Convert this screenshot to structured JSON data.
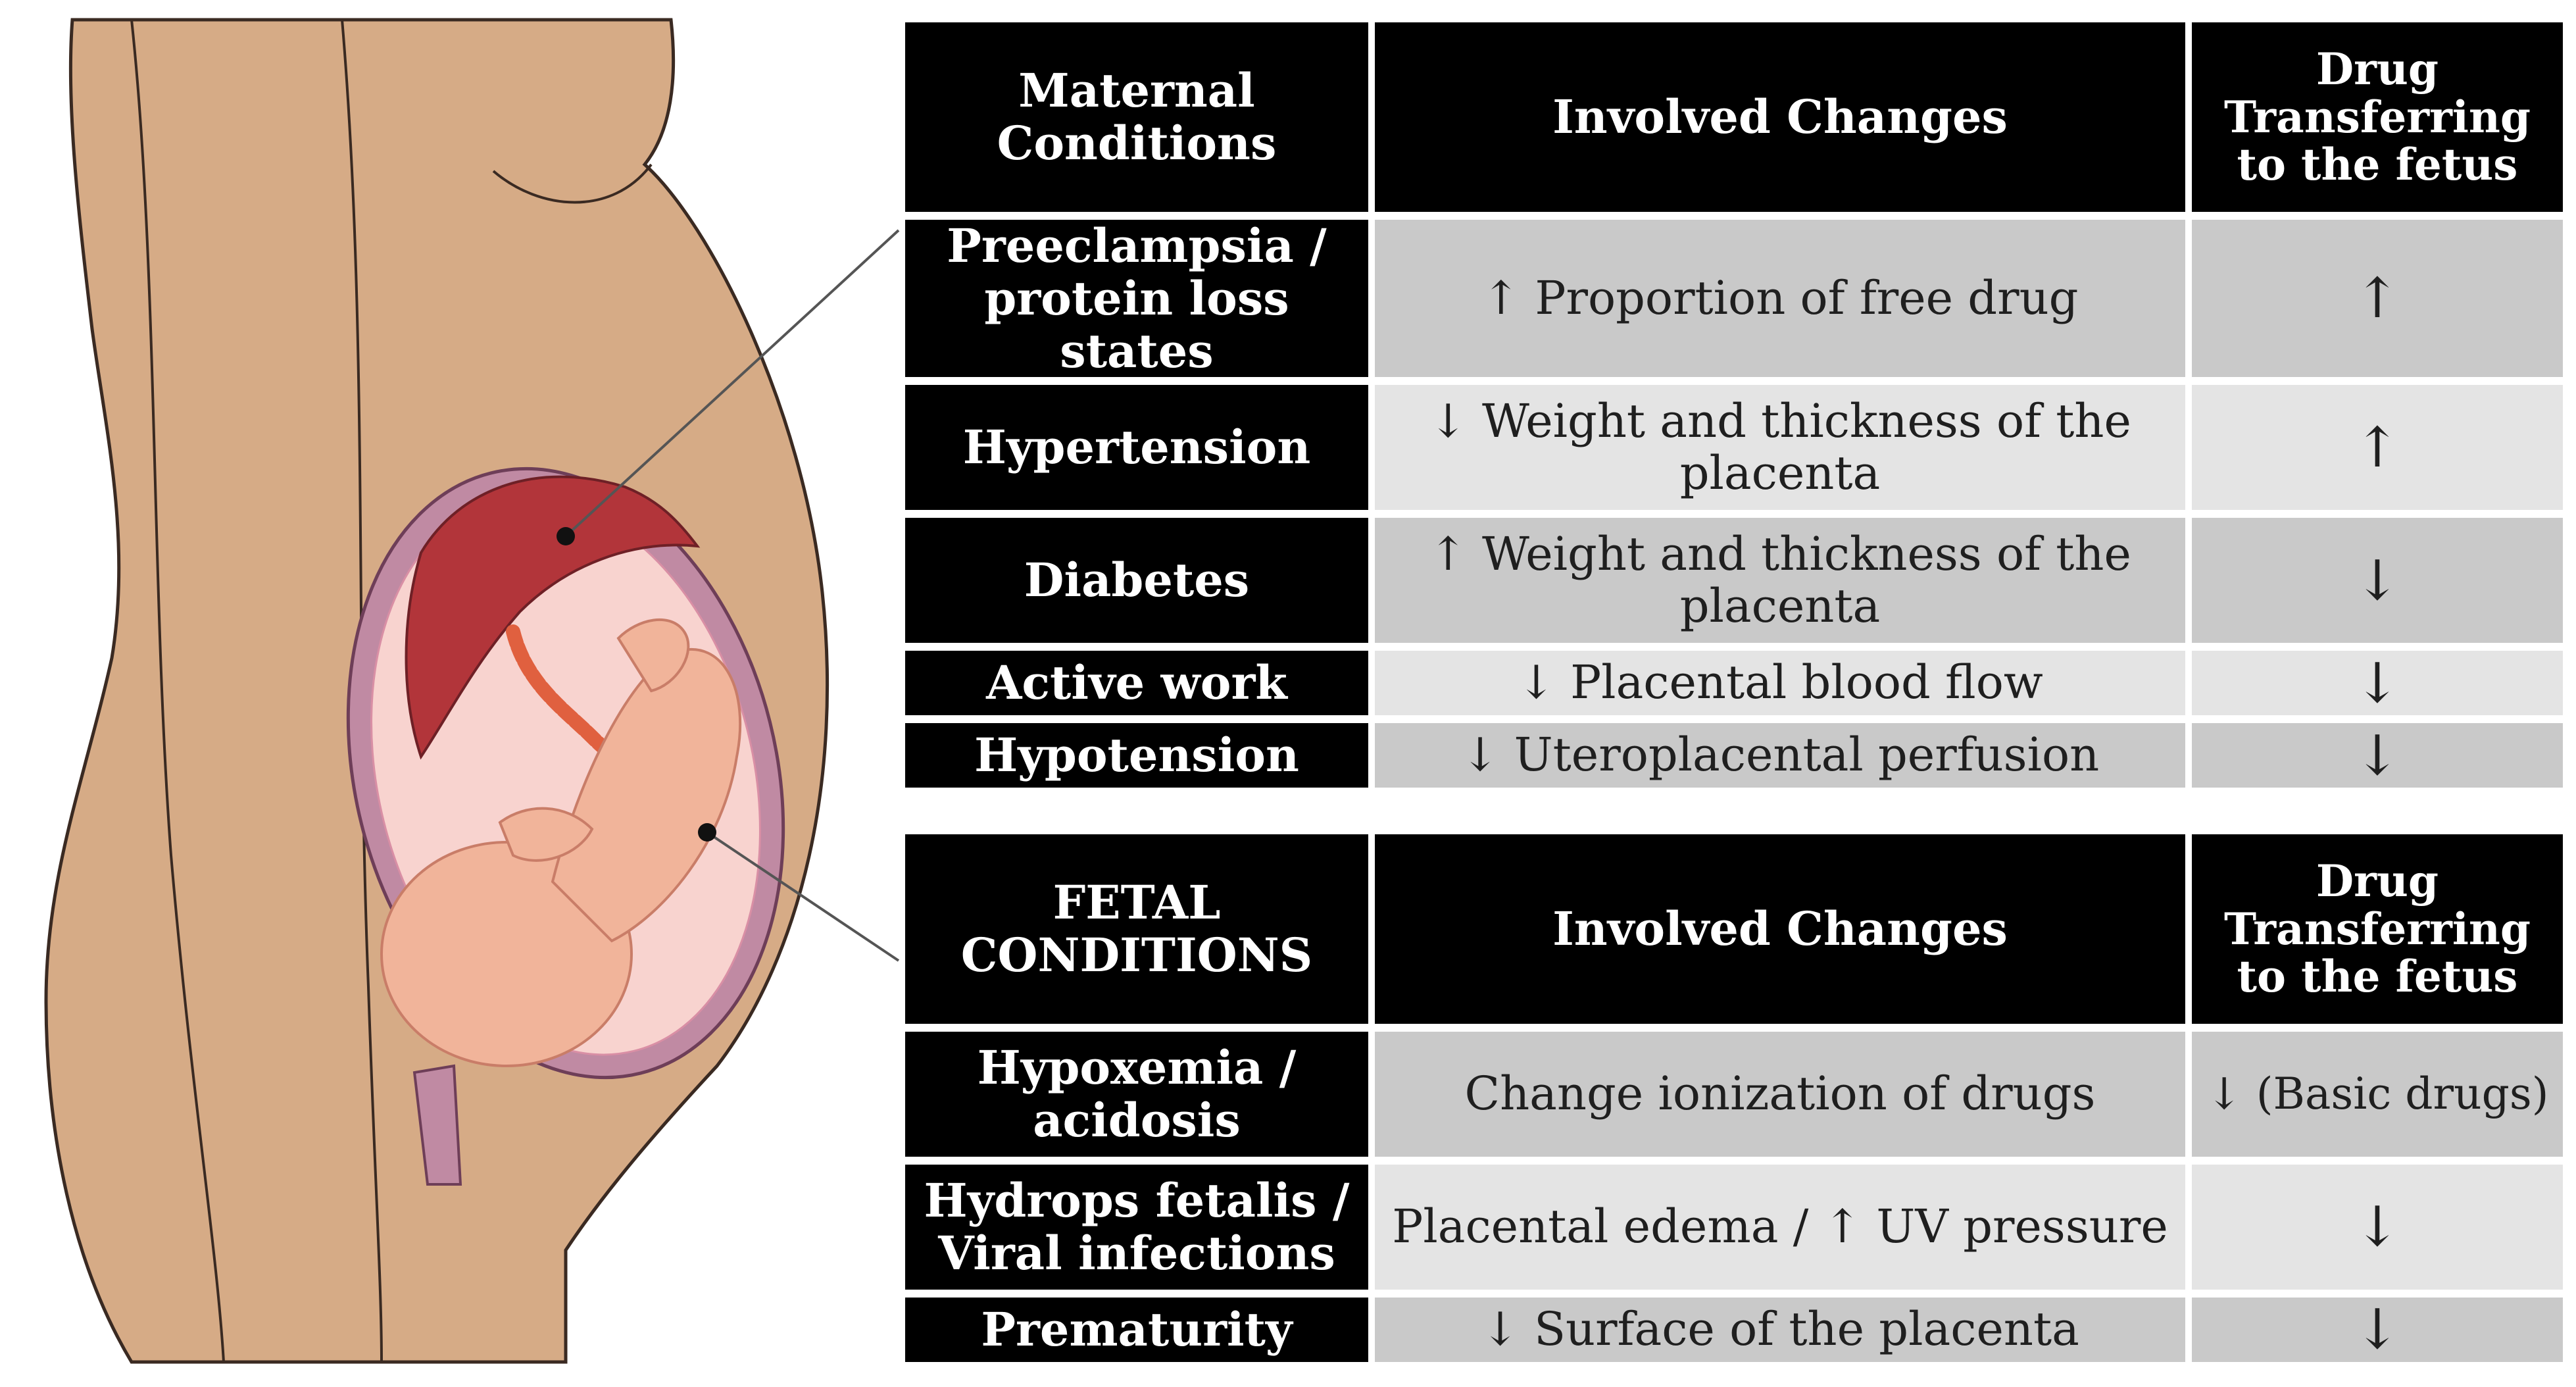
{
  "colors": {
    "skin": "#d6ab86",
    "outline": "#3a2a22",
    "uterus_wall": "#c08aa3",
    "placenta": "#b2353a",
    "amniotic": "#f8d3cf",
    "fetus": "#f1b49a",
    "header_bg": "#000000",
    "row_dark": "#c9c9c9",
    "row_light": "#e4e4e4"
  },
  "maternal_table": {
    "headers": [
      "Maternal Conditions",
      "Involved Changes",
      "Drug Transferring to the fetus"
    ],
    "rows": [
      {
        "condition": "Preeclampsia / protein loss states",
        "change": "↑ Proportion of free drug",
        "transfer": "↑"
      },
      {
        "condition": "Hypertension",
        "change": "↓ Weight and thickness of the placenta",
        "transfer": "↑"
      },
      {
        "condition": "Diabetes",
        "change": "↑ Weight and thickness of the placenta",
        "transfer": "↓"
      },
      {
        "condition": "Active work",
        "change": "↓ Placental blood flow",
        "transfer": "↓"
      },
      {
        "condition": "Hypotension",
        "change": "↓ Uteroplacental perfusion",
        "transfer": "↓"
      }
    ]
  },
  "fetal_table": {
    "headers": [
      "FETAL CONDITIONS",
      "Involved Changes",
      "Drug Transferring to the fetus"
    ],
    "rows": [
      {
        "condition": "Hypoxemia / acidosis",
        "change": "Change ionization of drugs",
        "transfer": "↓ (Basic drugs)"
      },
      {
        "condition": "Hydrops fetalis / Viral infections",
        "change": "Placental edema / ↑ UV pressure",
        "transfer": "↓"
      },
      {
        "condition": "Prematurity",
        "change": "↓ Surface of the placenta",
        "transfer": "↓"
      }
    ]
  }
}
